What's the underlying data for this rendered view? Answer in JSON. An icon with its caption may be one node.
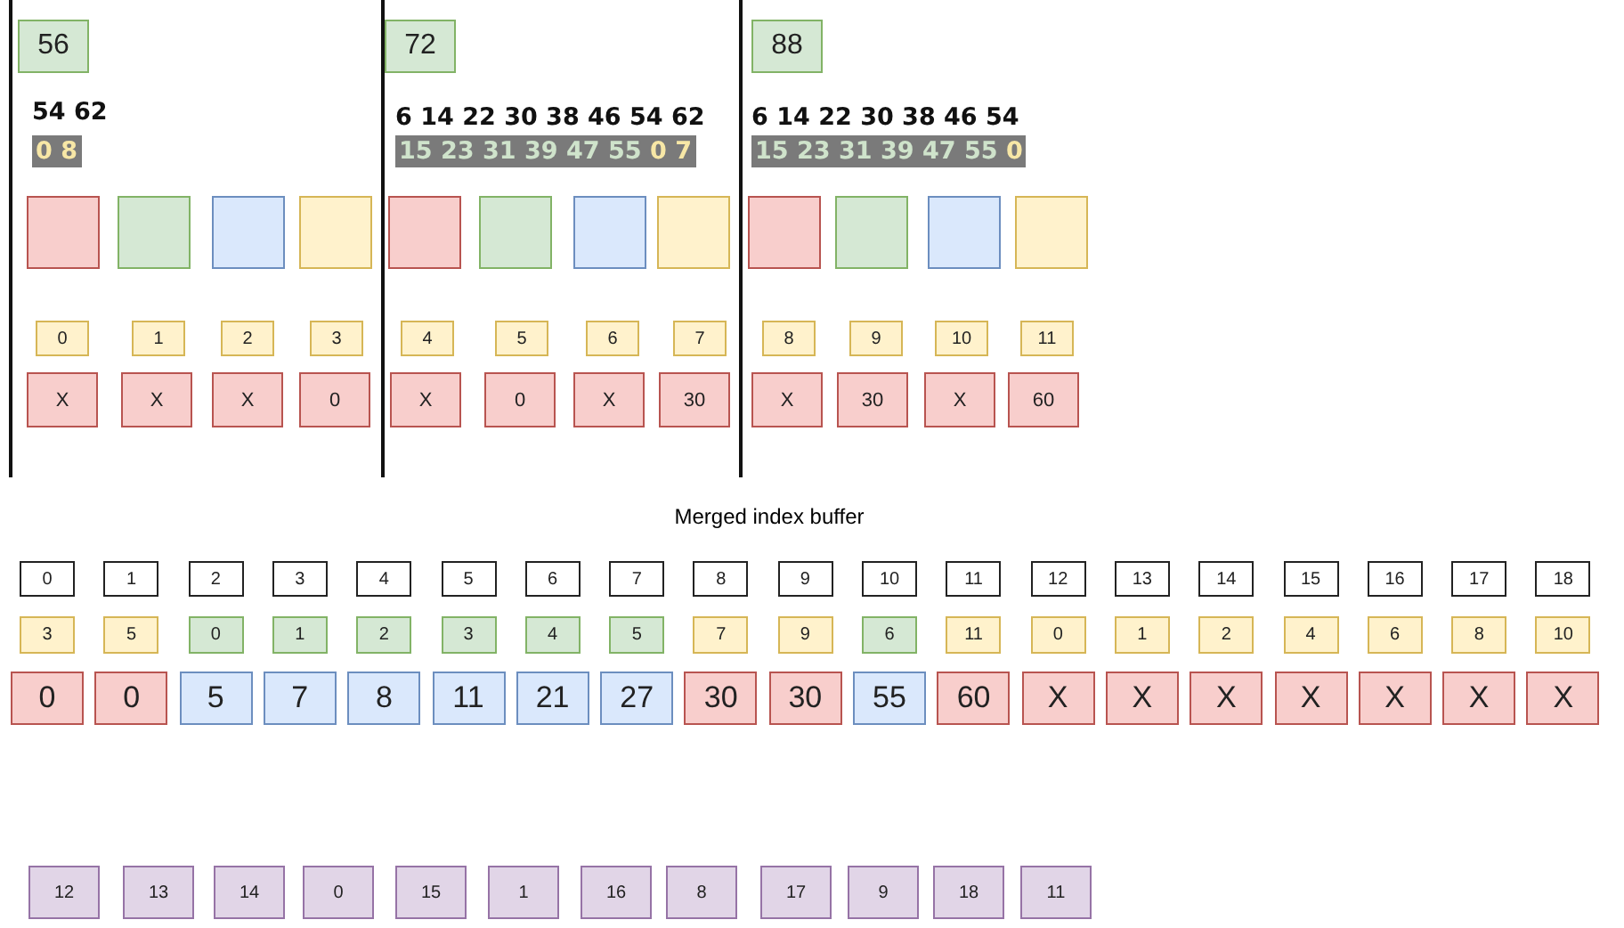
{
  "diagram": {
    "nodes": [
      {
        "text": [
          "56"
        ]
      },
      {
        "text": [
          "72"
        ]
      },
      {
        "text": [
          "88"
        ]
      },
      {
        "text": [],
        "shape": "box"
      },
      {
        "text": [],
        "shape": "box"
      },
      {
        "text": [],
        "shape": "box"
      },
      {
        "text": [],
        "shape": "box"
      },
      {
        "text": [],
        "shape": "box"
      },
      {
        "text": [],
        "shape": "box"
      },
      {
        "text": [],
        "shape": "box"
      },
      {
        "text": [],
        "shape": "box"
      },
      {
        "text": [],
        "shape": "box"
      },
      {
        "text": [],
        "shape": "box"
      },
      {
        "text": [],
        "shape": "box"
      },
      {
        "text": [],
        "shape": "box"
      },
      {
        "text": [
          "0"
        ]
      },
      {
        "text": [
          "1"
        ]
      },
      {
        "text": [
          "2"
        ]
      },
      {
        "text": [
          "3"
        ]
      },
      {
        "text": [
          "4"
        ]
      },
      {
        "text": [
          "5"
        ]
      },
      {
        "text": [
          "6"
        ]
      },
      {
        "text": [
          "7"
        ]
      },
      {
        "text": [
          "8"
        ]
      },
      {
        "text": [
          "9"
        ]
      },
      {
        "text": [
          "10"
        ]
      },
      {
        "text": [
          "11"
        ]
      },
      {
        "text": [
          "X"
        ]
      },
      {
        "text": [
          "X"
        ]
      },
      {
        "text": [
          "X"
        ]
      },
      {
        "text": [
          "0"
        ]
      },
      {
        "text": [
          "X"
        ]
      },
      {
        "text": [
          "0"
        ]
      },
      {
        "text": [
          "X"
        ]
      },
      {
        "text": [
          "30"
        ]
      },
      {
        "text": [
          "X"
        ]
      },
      {
        "text": [
          "30"
        ]
      },
      {
        "text": [
          "X"
        ]
      },
      {
        "text": [
          "60"
        ]
      },
      {
        "text": [
          "0"
        ]
      },
      {
        "text": [
          "1"
        ]
      },
      {
        "text": [
          "2"
        ]
      },
      {
        "text": [
          "3"
        ]
      },
      {
        "text": [
          "4"
        ]
      },
      {
        "text": [
          "5"
        ]
      },
      {
        "text": [
          "6"
        ]
      },
      {
        "text": [
          "7"
        ]
      },
      {
        "text": [
          "8"
        ]
      },
      {
        "text": [
          "9"
        ]
      },
      {
        "text": [
          "10"
        ]
      },
      {
        "text": [
          "11"
        ]
      },
      {
        "text": [
          "12"
        ]
      },
      {
        "text": [
          "13"
        ]
      },
      {
        "text": [
          "14"
        ]
      },
      {
        "text": [
          "15"
        ]
      },
      {
        "text": [
          "16"
        ]
      },
      {
        "text": [
          "17"
        ]
      },
      {
        "text": [
          "18"
        ]
      },
      {
        "text": [
          "3"
        ]
      },
      {
        "text": [
          "5"
        ]
      },
      {
        "text": [
          "0"
        ]
      },
      {
        "text": [
          "1"
        ]
      },
      {
        "text": [
          "2"
        ]
      },
      {
        "text": [
          "3"
        ]
      },
      {
        "text": [
          "4"
        ]
      },
      {
        "text": [
          "5"
        ]
      },
      {
        "text": [
          "7"
        ]
      },
      {
        "text": [
          "9"
        ]
      },
      {
        "text": [
          "6"
        ]
      },
      {
        "text": [
          "11"
        ]
      },
      {
        "text": [
          "0"
        ]
      },
      {
        "text": [
          "1"
        ]
      },
      {
        "text": [
          "2"
        ]
      },
      {
        "text": [
          "4"
        ]
      },
      {
        "text": [
          "6"
        ]
      },
      {
        "text": [
          "8"
        ]
      },
      {
        "text": [
          "10"
        ]
      },
      {
        "text": [
          "0"
        ]
      },
      {
        "text": [
          "0"
        ]
      },
      {
        "text": [
          "5"
        ]
      },
      {
        "text": [
          "7"
        ]
      },
      {
        "text": [
          "8"
        ]
      },
      {
        "text": [
          "11"
        ]
      },
      {
        "text": [
          "21"
        ]
      },
      {
        "text": [
          "27"
        ]
      },
      {
        "text": [
          "30"
        ]
      },
      {
        "text": [
          "30"
        ]
      },
      {
        "text": [
          "55"
        ]
      },
      {
        "text": [
          "60"
        ]
      },
      {
        "text": [
          "X"
        ]
      },
      {
        "text": [
          "X"
        ]
      },
      {
        "text": [
          "X"
        ]
      },
      {
        "text": [
          "X"
        ]
      },
      {
        "text": [
          "X"
        ]
      },
      {
        "text": [
          "X"
        ]
      },
      {
        "text": [
          "X"
        ]
      },
      {
        "text": [
          "12"
        ]
      },
      {
        "text": [
          "13"
        ]
      },
      {
        "text": [
          "14"
        ]
      },
      {
        "text": [
          "0"
        ]
      },
      {
        "text": [
          "15"
        ]
      },
      {
        "text": [
          "1"
        ]
      },
      {
        "text": [
          "16"
        ]
      },
      {
        "text": [
          "8"
        ]
      },
      {
        "text": [
          "17"
        ]
      },
      {
        "text": [
          "9"
        ]
      },
      {
        "text": [
          "18"
        ]
      },
      {
        "text": [
          "11"
        ]
      }
    ],
    "labels": [
      "54 62",
      "6 14 22 30 38 46 54 62",
      "6 14 22 30 38 46 54",
      "0 8",
      "15 23 31 39 47 55 0 7",
      "15 23 31 39 47 55 0",
      "Merged index buffer"
    ]
  }
}
